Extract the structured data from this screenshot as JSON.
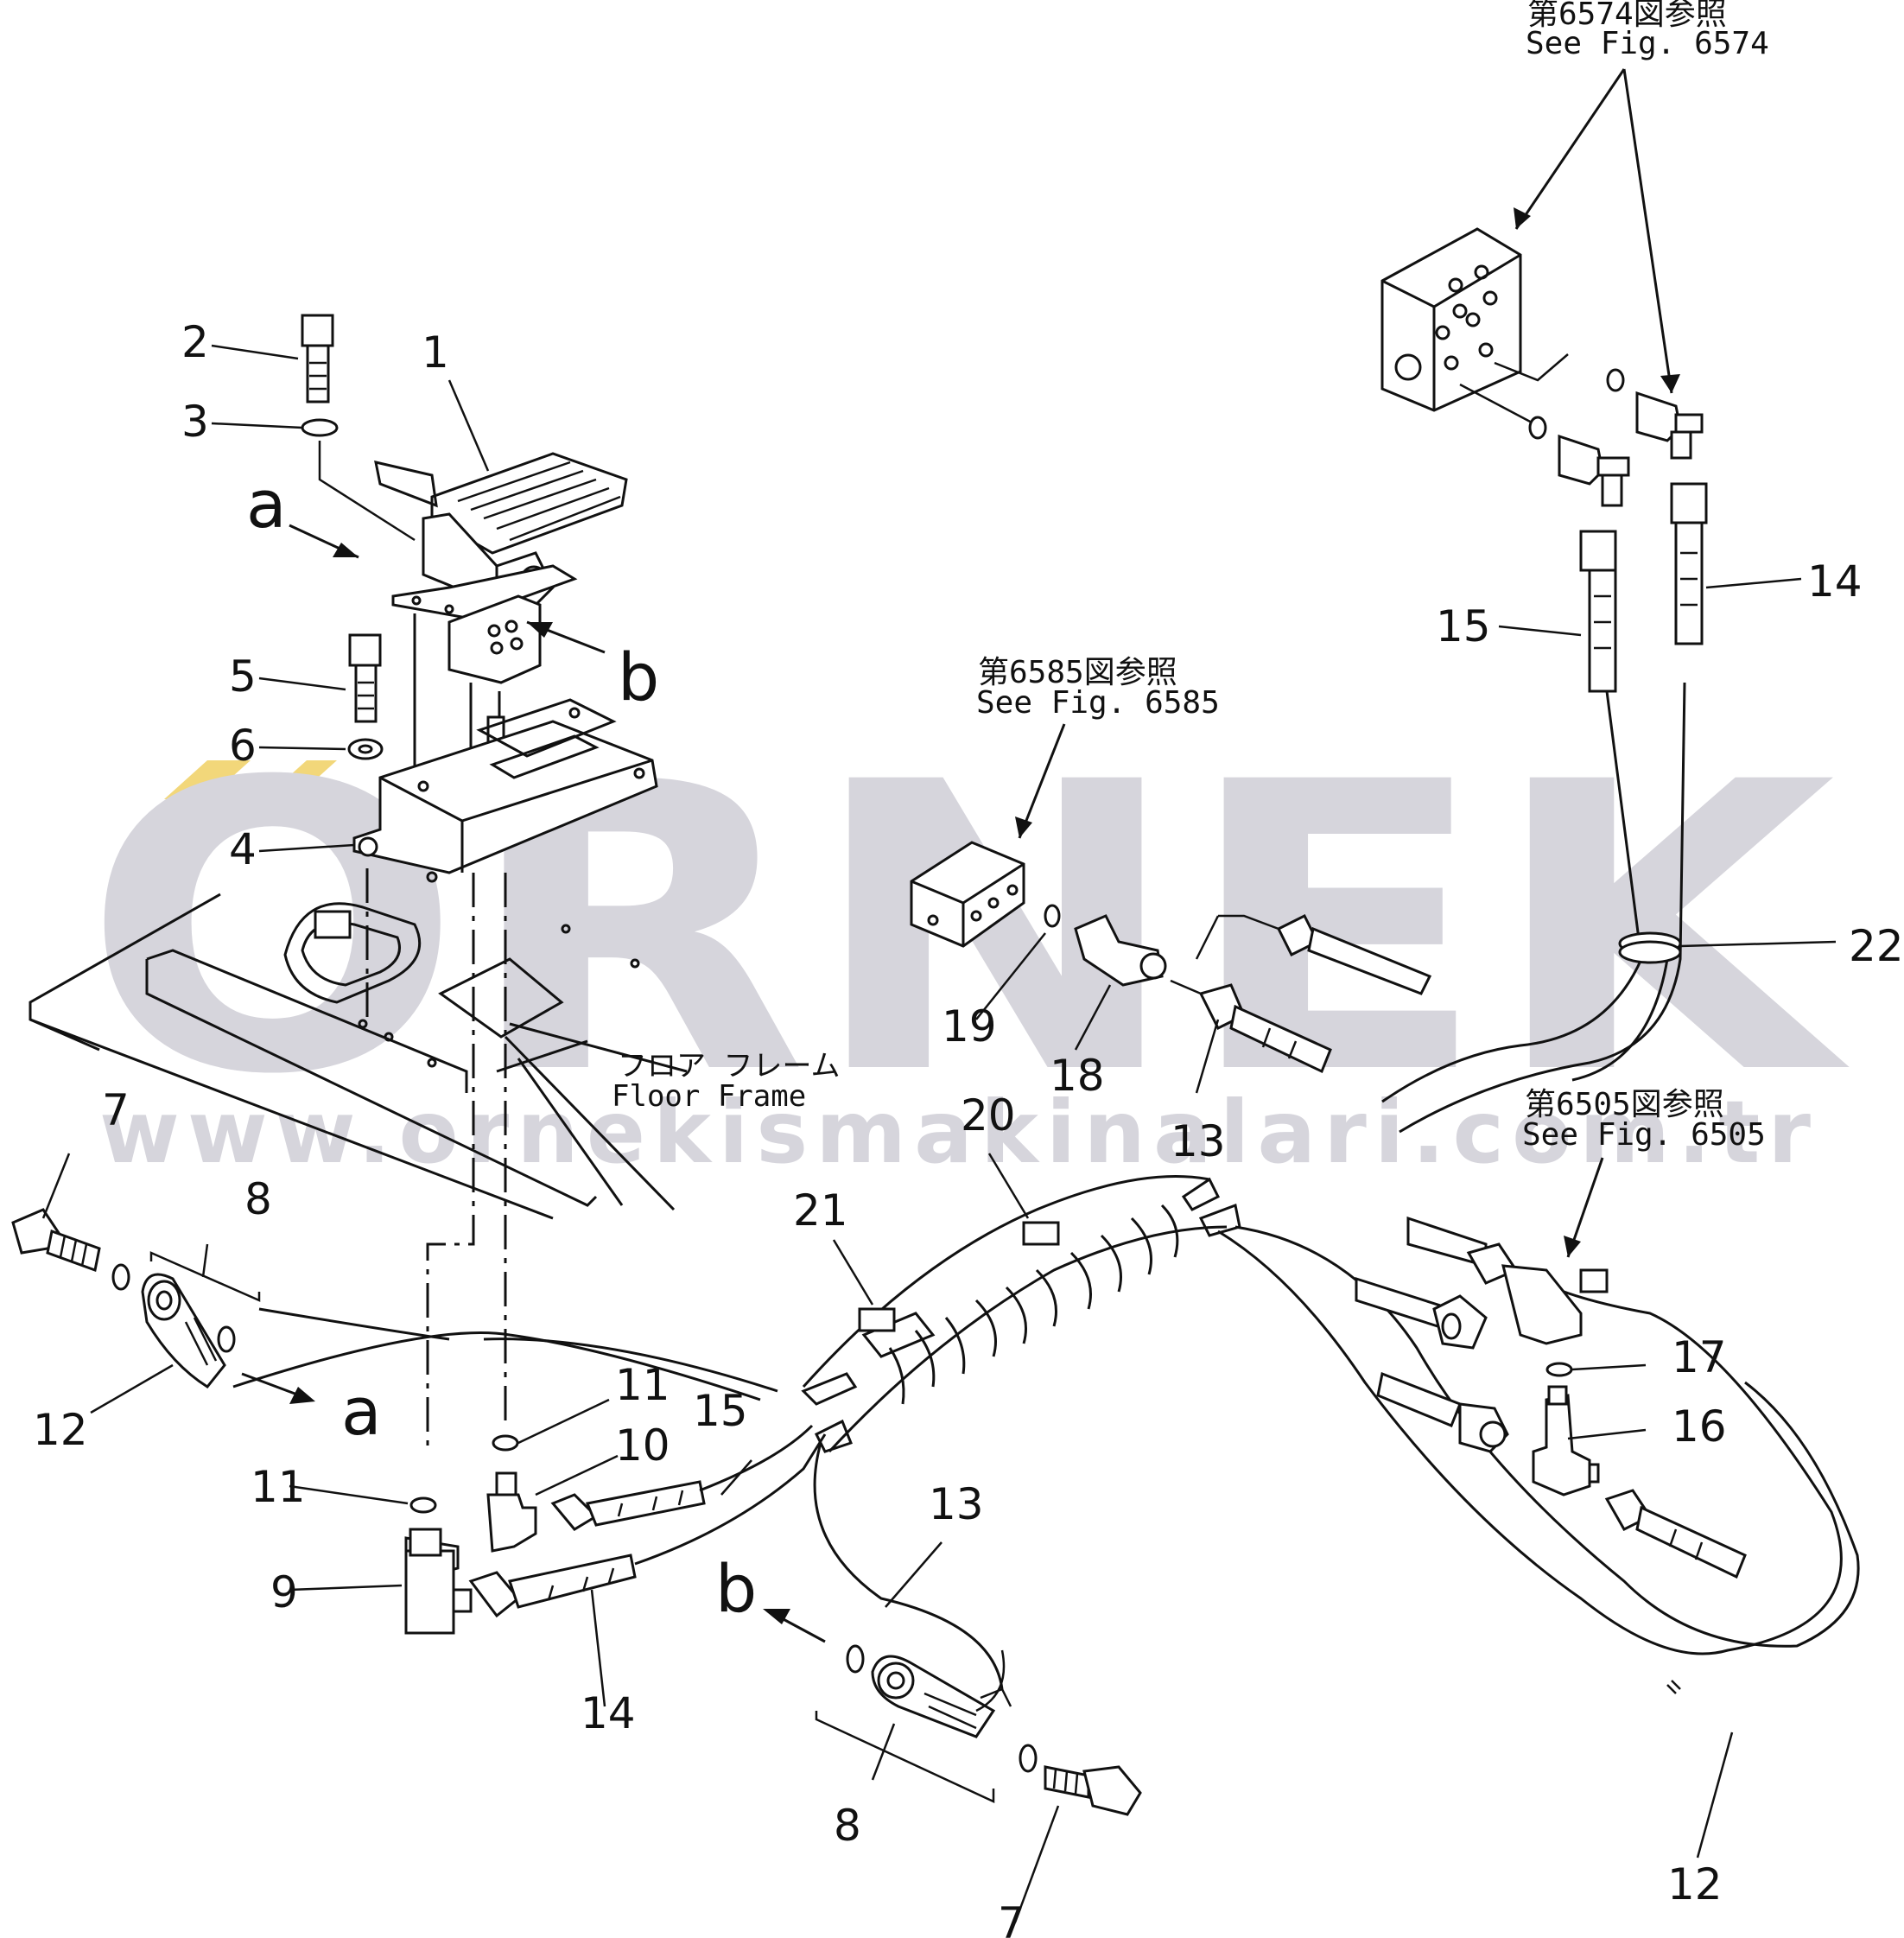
{
  "watermark": {
    "brand_letters": "ORNEK",
    "url": "www.ornekismakinalari.com.tr",
    "accent_color": "#f2d77a",
    "text_color": "#d6d5dc"
  },
  "references": [
    {
      "jp": "第6574図参照",
      "en": "See Fig. 6574"
    },
    {
      "jp": "第6585図参照",
      "en": "See Fig. 6585"
    },
    {
      "jp": "第6505図参照",
      "en": "See Fig. 6505"
    }
  ],
  "floor_frame": {
    "jp": "フロア フレーム",
    "en": "Floor Frame"
  },
  "view_letters": [
    "a",
    "b"
  ],
  "callouts": [
    "1",
    "2",
    "3",
    "4",
    "5",
    "6",
    "7",
    "8",
    "9",
    "10",
    "11",
    "12",
    "13",
    "14",
    "15",
    "16",
    "17",
    "18",
    "19",
    "20",
    "21",
    "22"
  ]
}
